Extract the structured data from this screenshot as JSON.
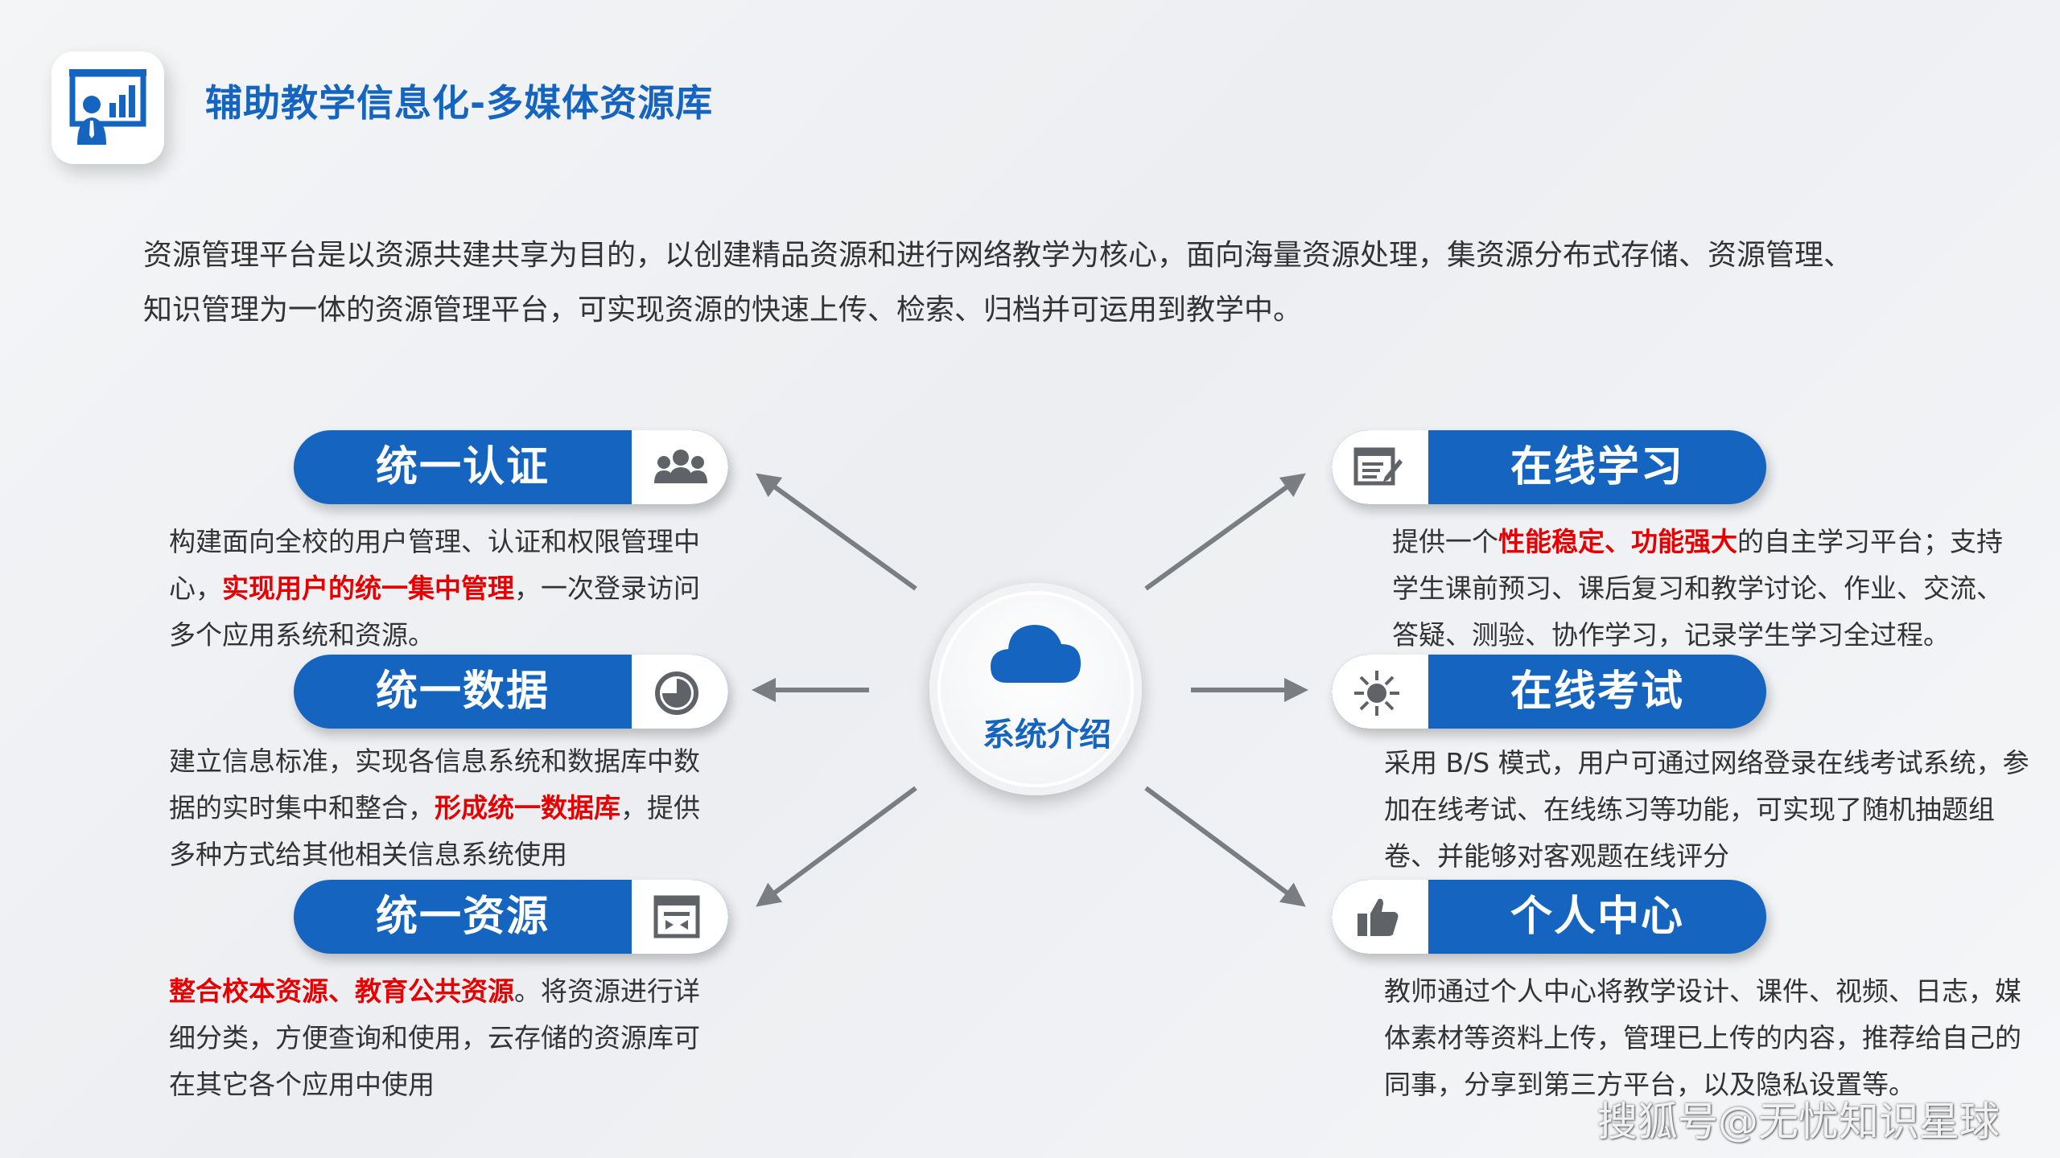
{
  "header": {
    "title": "辅助教学信息化-多媒体资源库",
    "logo_icon": "presentation-chart-icon"
  },
  "intro": {
    "line1": "资源管理平台是以资源共建共享为目的，以创建精品资源和进行网络教学为核心，面向海量资源处理，集资源分布式存储、资源管理、",
    "line2": "知识管理为一体的资源管理平台，可实现资源的快速上传、检索、归档并可运用到教学中。"
  },
  "hub": {
    "label": "系统介绍",
    "icon": "cloud-icon"
  },
  "colors": {
    "primary": "#1565c0",
    "highlight": "#e60000",
    "text": "#333333",
    "arrow": "#7a7d82"
  },
  "nodes": {
    "auth": {
      "label": "统一认证",
      "icon": "users-icon",
      "desc_a": "构建面向全校的用户管理、认证和权限管理中心，",
      "desc_hl": "实现用户的统一集中管理",
      "desc_b": "，一次登录访问多个应用系统和资源。"
    },
    "data": {
      "label": "统一数据",
      "icon": "pie-chart-icon",
      "desc_a": "建立信息标准，实现各信息系统和数据库中数据的实时集中和整合，",
      "desc_hl": "形成统一数据库",
      "desc_b": "，提供多种方式给其他相关信息系统使用"
    },
    "resource": {
      "label": "统一资源",
      "icon": "browser-window-icon",
      "desc_hl": "整合校本资源、教育公共资源",
      "desc_b": "。将资源进行详细分类，方便查询和使用，云存储的资源库可在其它各个应用中使用"
    },
    "study": {
      "label": "在线学习",
      "icon": "edit-document-icon",
      "desc_a": "提供一个",
      "desc_hl": "性能稳定、功能强大",
      "desc_b": "的自主学习平台；支持学生课前预习、课后复习和教学讨论、作业、交流、答疑、测验、协作学习，记录学生学习全过程。"
    },
    "exam": {
      "label": "在线考试",
      "icon": "network-globe-icon",
      "desc": "采用 B/S 模式，用户可通过网络登录在线考试系统，参加在线考试、在线练习等功能，可实现了随机抽题组卷、并能够对客观题在线评分"
    },
    "personal": {
      "label": "个人中心",
      "icon": "thumbs-up-icon",
      "desc": "教师通过个人中心将教学设计、课件、视频、日志，媒体素材等资料上传，管理已上传的内容，推荐给自己的同事，分享到第三方平台，以及隐私设置等。"
    }
  },
  "watermark": "搜狐号@无忧知识星球"
}
